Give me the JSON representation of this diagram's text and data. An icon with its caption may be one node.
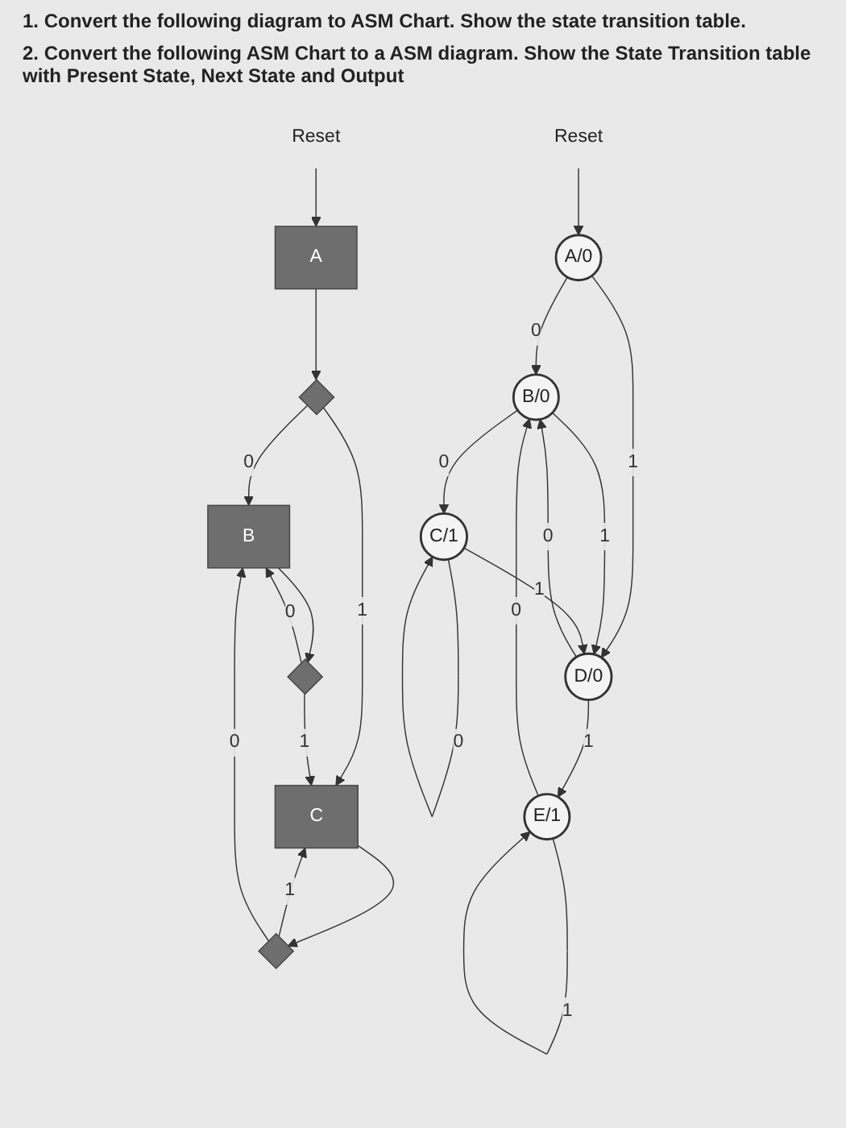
{
  "diagram": {
    "nodes": [
      {
        "text": [
          "Reset"
        ]
      },
      {
        "text": [
          "A/0"
        ]
      },
      {
        "text": [
          "B/0"
        ]
      },
      {
        "text": [
          "C/1"
        ]
      },
      {
        "text": [
          "D/0"
        ]
      },
      {
        "text": [
          "E/1"
        ]
      },
      {
        "text": [
          "Reset"
        ]
      },
      {
        "text": [
          "A"
        ]
      },
      {
        "text": [],
        "shape": "diamond"
      },
      {
        "text": [
          "B"
        ]
      },
      {
        "text": [],
        "shape": "diamond"
      },
      {
        "text": [
          "C"
        ]
      },
      {
        "text": [],
        "shape": "diamond"
      }
    ],
    "edges": [
      {
        "from": 0,
        "to": 1,
        "arrow": "to"
      },
      {
        "from": 1,
        "to": 2,
        "label": "0",
        "arrow": "to"
      },
      {
        "from": 2,
        "to": 3,
        "label": "0",
        "arrow": "to"
      },
      {
        "from": 3,
        "to": 3,
        "label": "0",
        "arrow": "to"
      },
      {
        "from": 1,
        "to": 4,
        "label": "1",
        "arrow": "to"
      },
      {
        "from": 4,
        "to": 2,
        "label": "0",
        "arrow": "to"
      },
      {
        "from": 2,
        "to": 4,
        "label": "1",
        "arrow": "to"
      },
      {
        "from": 5,
        "to": 2,
        "label": "0",
        "arrow": "to"
      },
      {
        "from": 3,
        "to": 4,
        "label": "1",
        "arrow": "to"
      },
      {
        "from": 4,
        "to": 5,
        "label": "1",
        "arrow": "to"
      },
      {
        "from": 5,
        "to": 5,
        "label": "1",
        "arrow": "to"
      },
      {
        "from": 6,
        "to": 7,
        "arrow": "to"
      },
      {
        "from": 7,
        "to": 8,
        "arrow": "to"
      },
      {
        "from": 8,
        "to": 9,
        "label": "0",
        "arrow": "to"
      },
      {
        "from": 8,
        "to": 11,
        "label": "1",
        "arrow": "to"
      },
      {
        "from": 9,
        "to": 10,
        "arrow": "to"
      },
      {
        "from": 10,
        "to": 9,
        "label": "0",
        "arrow": "to"
      },
      {
        "from": 10,
        "to": 11,
        "label": "1",
        "arrow": "to"
      },
      {
        "from": 11,
        "to": 12,
        "arrow": "to"
      },
      {
        "from": 12,
        "to": 11,
        "label": "1",
        "arrow": "to"
      },
      {
        "from": 12,
        "to": 9,
        "label": "0",
        "arrow": "to"
      }
    ],
    "labels": [
      "1. Convert the following diagram to ASM Chart. Show the state transition table.",
      "2. Convert the following ASM Chart to a ASM diagram. Show the State Transition table with Present State, Next State and Output"
    ]
  }
}
